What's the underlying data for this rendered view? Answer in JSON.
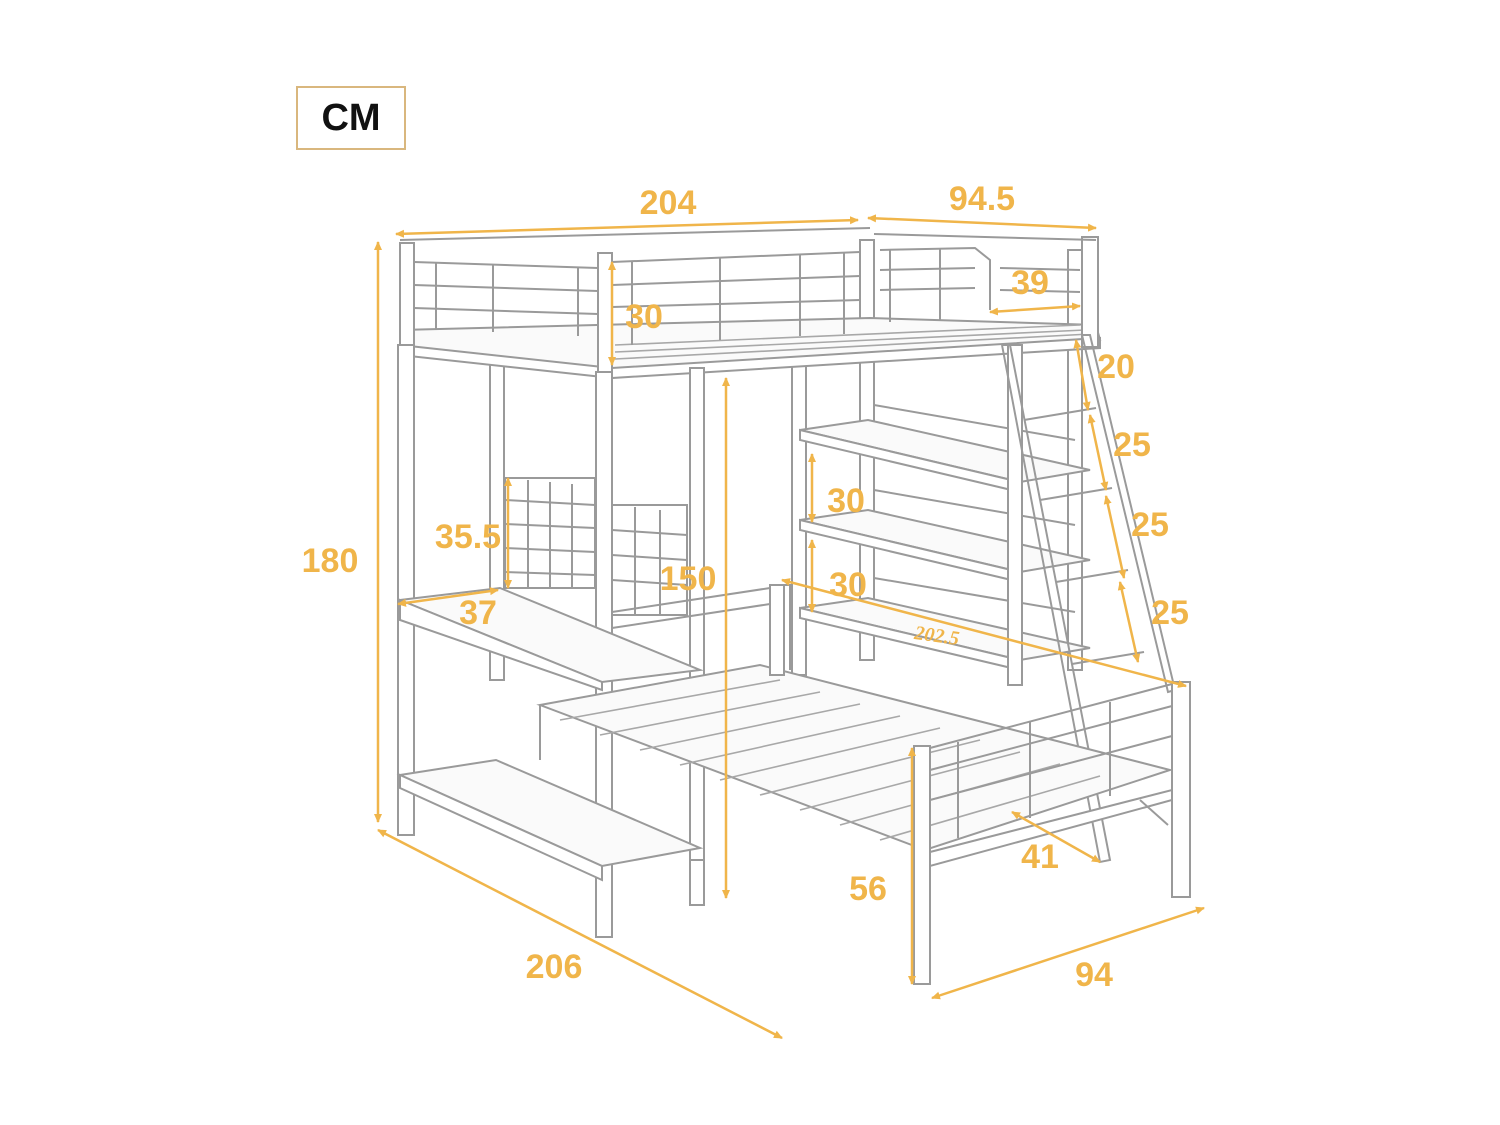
{
  "unit_label": "CM",
  "accent_color": "#f0b54a",
  "dimensions": {
    "top_length": "204",
    "top_width": "94.5",
    "guard_rail_gap": "39",
    "rail_height": "30",
    "total_height": "180",
    "under_bed_clearance": "150",
    "desk_grid_height": "35.5",
    "desk_depth": "37",
    "shelf_gap_upper": "30",
    "shelf_gap_lower": "30",
    "ladder_top_step": "20",
    "ladder_step_1": "25",
    "ladder_step_2": "25",
    "ladder_step_3": "25",
    "lower_bed_length": "202.5",
    "lower_bed_height": "56",
    "ladder_depth": "41",
    "base_length": "206",
    "base_width": "94"
  }
}
